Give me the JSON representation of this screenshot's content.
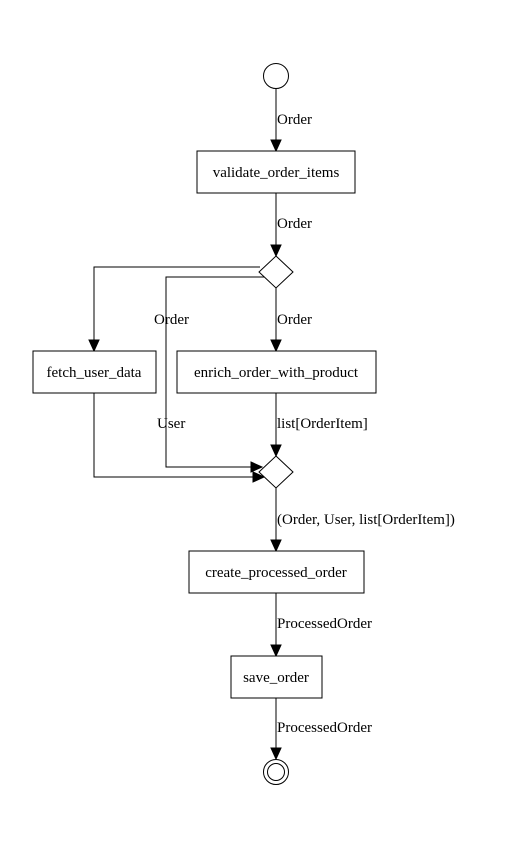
{
  "nodes": {
    "validate": "validate_order_items",
    "fetch_user": "fetch_user_data",
    "enrich": "enrich_order_with_product",
    "create": "create_processed_order",
    "save": "save_order"
  },
  "edges": {
    "start_to_validate": "Order",
    "validate_to_split": "Order",
    "split_to_join": "Order",
    "split_to_enrich": "Order",
    "fetch_to_join": "User",
    "enrich_to_join": "list[OrderItem]",
    "join_to_create": "(Order, User, list[OrderItem])",
    "create_to_save": "ProcessedOrder",
    "save_to_end": "ProcessedOrder"
  },
  "colors": {
    "stroke": "#000000",
    "background": "#ffffff"
  }
}
